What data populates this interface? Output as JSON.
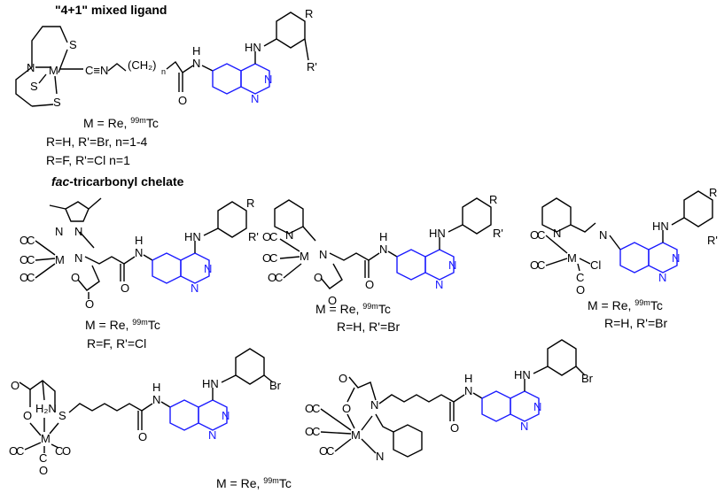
{
  "headings": {
    "mixed_ligand": "\"4+1\" mixed ligand",
    "fac_prefix": "fac",
    "fac_suffix": "-tricarbonyl chelate"
  },
  "captions": {
    "metal_prefix": "M = Re, ",
    "metal_iso": "99m",
    "metal_el": "Tc",
    "c1_line2": "R=H, R'=Br, n=1-4",
    "c1_line3": "R=F,  R'=Cl n=1",
    "c2_line2": "R=F,  R'=Cl",
    "c3_line2": "R=H,  R'=Br",
    "c4_line2": "R=H,  R'=Br"
  },
  "atoms": {
    "S": "S",
    "N": "N",
    "M": "M",
    "C": "C",
    "O": "O",
    "H": "H",
    "R": "R",
    "R_prime": "R'",
    "n": "n",
    "OC": "OC",
    "CO": "CO",
    "O_C": "C",
    "Cl": "Cl",
    "Br": "Br",
    "HN": "HN",
    "H2N": "H₂N",
    "CH2": "(CH₂)",
    "CN_link": "C≡N"
  },
  "colors": {
    "quinazoline": "#1a1aff",
    "skeleton": "#000000"
  }
}
